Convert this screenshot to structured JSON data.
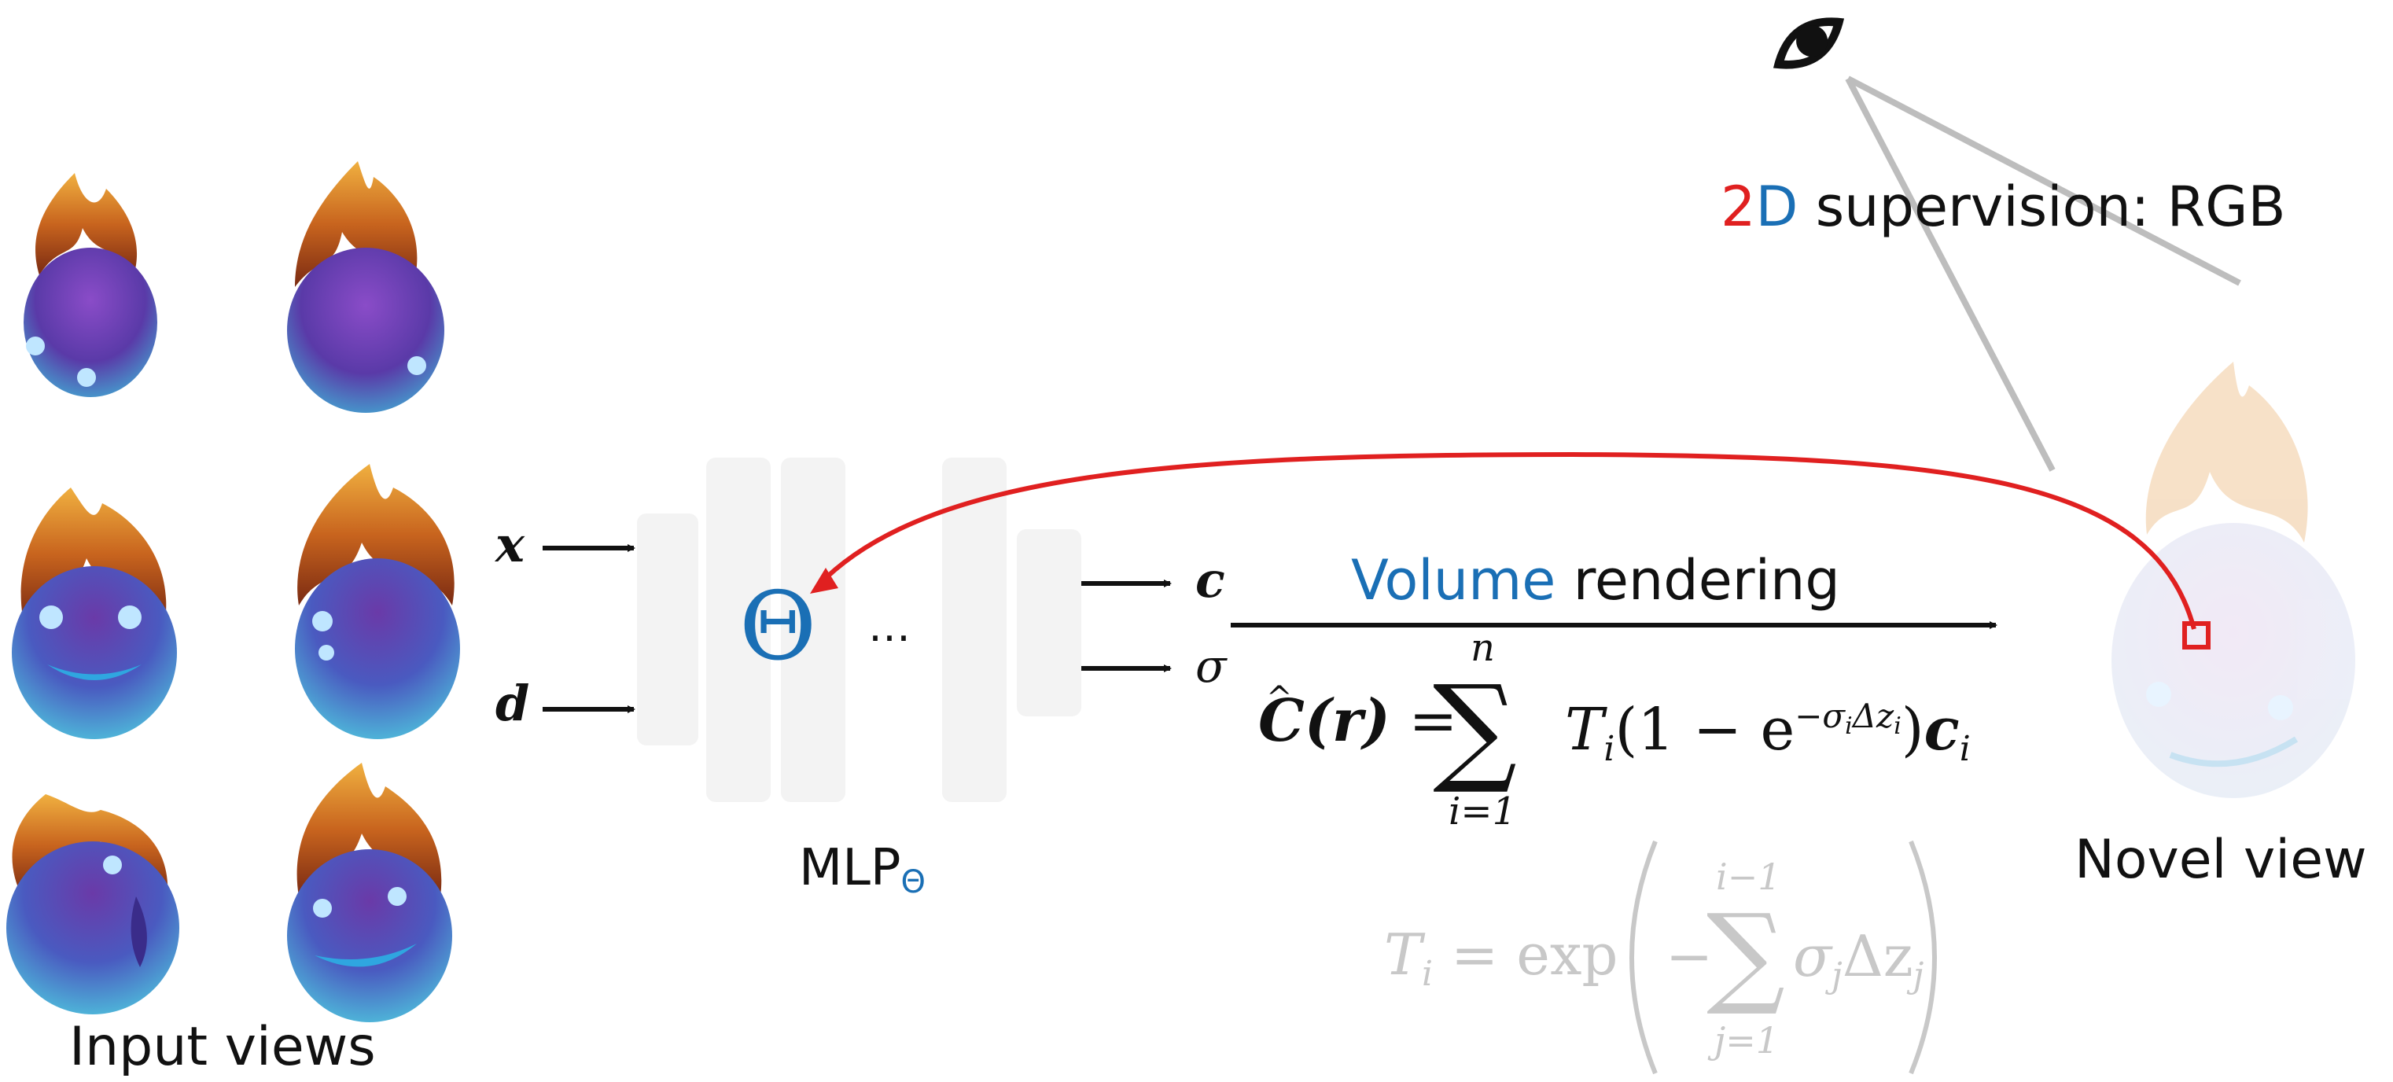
{
  "inputs": {
    "x": "x",
    "d": "d"
  },
  "outputs": {
    "c": "c",
    "sigma": "σ"
  },
  "mlp": {
    "theta": "Θ",
    "dots": "…",
    "label_base": "MLP",
    "label_sub": "Θ"
  },
  "volume_rendering": {
    "word1": "Volume",
    "word2": "rendering"
  },
  "equation": {
    "lhs_C": "C",
    "lhs_arg": "(r)",
    "equals": "=",
    "sum_sym": "∑",
    "sum_upper": "n",
    "sum_lower": "i=1",
    "T": "T",
    "T_sub": "i",
    "paren_open": "(1 − e",
    "exp_part": "−σ",
    "exp_sub_i": "i",
    "exp_delta": "Δz",
    "exp_sub_i2": "i",
    "paren_close": ")",
    "c": "c",
    "c_sub": "i"
  },
  "transmittance": {
    "T": "T",
    "T_sub": "i",
    "equals": "= exp",
    "minus": "−",
    "sum_sym": "∑",
    "sum_upper": "i−1",
    "sum_lower": "j=1",
    "sigma": "σ",
    "sigma_sub": "j",
    "delta": "Δz",
    "delta_sub": "j"
  },
  "supervision": {
    "part1": "2",
    "part2": "D",
    "part3": " supervision: RGB"
  },
  "labels": {
    "input_views": "Input views",
    "novel_view": "Novel view"
  },
  "colors": {
    "red": "#e02020",
    "blue": "#1a6fb5",
    "gray": "#bdbdbd",
    "block": "#f3f3f3",
    "black": "#111111"
  }
}
